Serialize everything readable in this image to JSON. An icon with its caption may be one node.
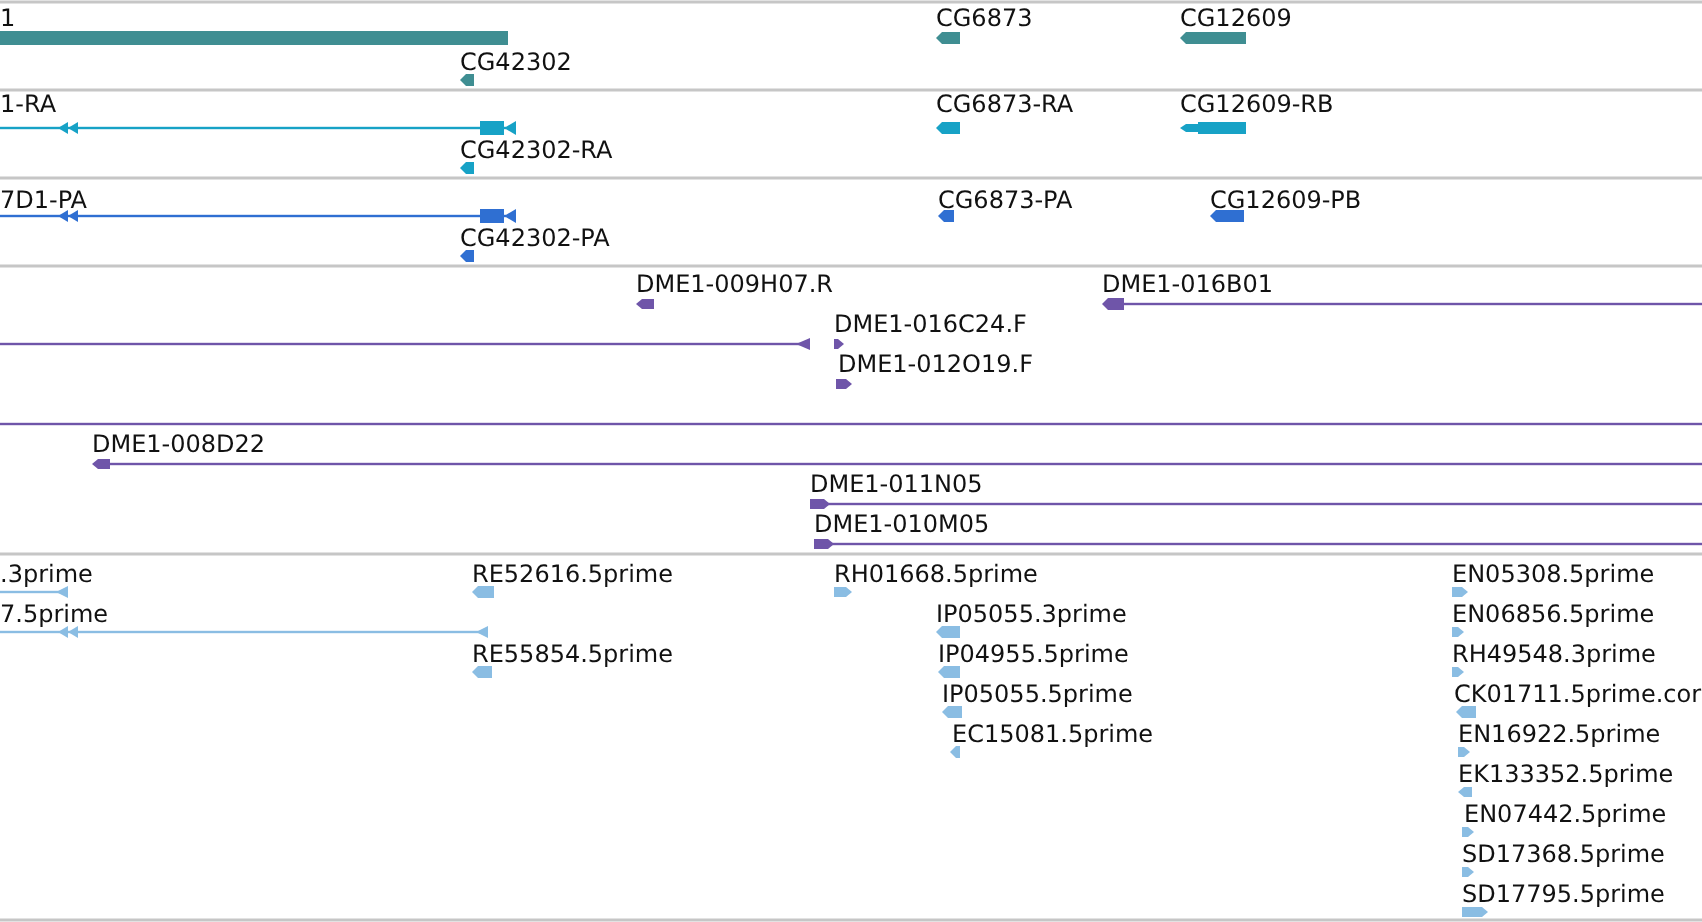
{
  "diagram": {
    "labels": [
      "1",
      "CG6873",
      "CG12609",
      "CG42302",
      "1-RA",
      "CG6873-RA",
      "CG12609-RB",
      "CG42302-RA",
      "7D1-PA",
      "CG6873-PA",
      "CG12609-PB",
      "CG42302-PA",
      "DME1-009H07.R",
      "DME1-016B01",
      "DME1-016C24.F",
      "DME1-012O19.F",
      "DME1-008D22",
      "DME1-011N05",
      "DME1-010M05",
      ".3prime",
      "RE52616.5prime",
      "RH01668.5prime",
      "EN05308.5prime",
      "7.5prime",
      "IP05055.3prime",
      "EN06856.5prime",
      "RE55854.5prime",
      "IP04955.5prime",
      "RH49548.3prime",
      "IP05055.5prime",
      "CK01711.5prime.cor",
      "EC15081.5prime",
      "EN16922.5prime",
      "EK133352.5prime",
      "EN07442.5prime",
      "SD17368.5prime",
      "SD17795.5prime"
    ]
  }
}
